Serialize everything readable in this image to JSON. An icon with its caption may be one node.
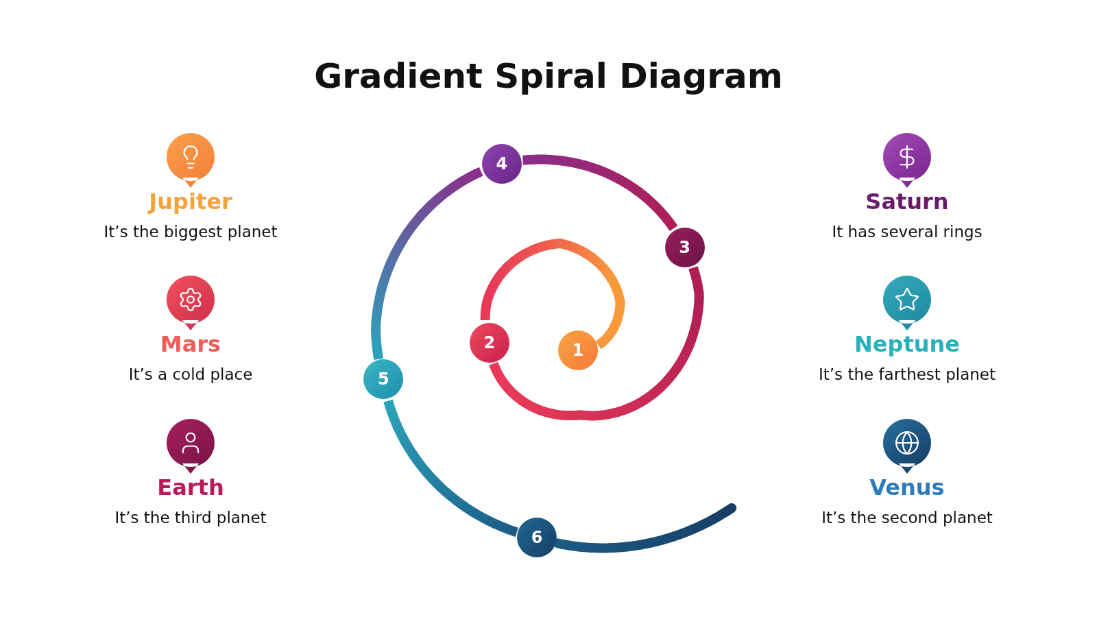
{
  "diagram": {
    "title": "Gradient Spiral Diagram",
    "nodes": [
      {
        "text": [
          "1"
        ]
      },
      {
        "text": [
          "2"
        ]
      },
      {
        "text": [
          "3"
        ]
      },
      {
        "text": [
          "4"
        ]
      },
      {
        "text": [
          "5"
        ]
      },
      {
        "text": [
          "6"
        ]
      }
    ],
    "edges": [
      {
        "from": 0,
        "to": 1,
        "arrow": "none"
      },
      {
        "from": 1,
        "to": 2,
        "arrow": "none"
      },
      {
        "from": 2,
        "to": 3,
        "arrow": "none"
      },
      {
        "from": 3,
        "to": 4,
        "arrow": "none"
      },
      {
        "from": 4,
        "to": 5,
        "arrow": "none"
      },
      {
        "from": 5,
        "to": null,
        "arrow": "none"
      }
    ],
    "labels": [
      "Jupiter",
      "It’s the biggest planet",
      "Saturn",
      "It has several rings",
      "Mars",
      "It’s a cold place",
      "Neptune",
      "It’s the farthest planet",
      "Earth",
      "It’s the third planet",
      "Venus",
      "It’s the second planet"
    ]
  }
}
